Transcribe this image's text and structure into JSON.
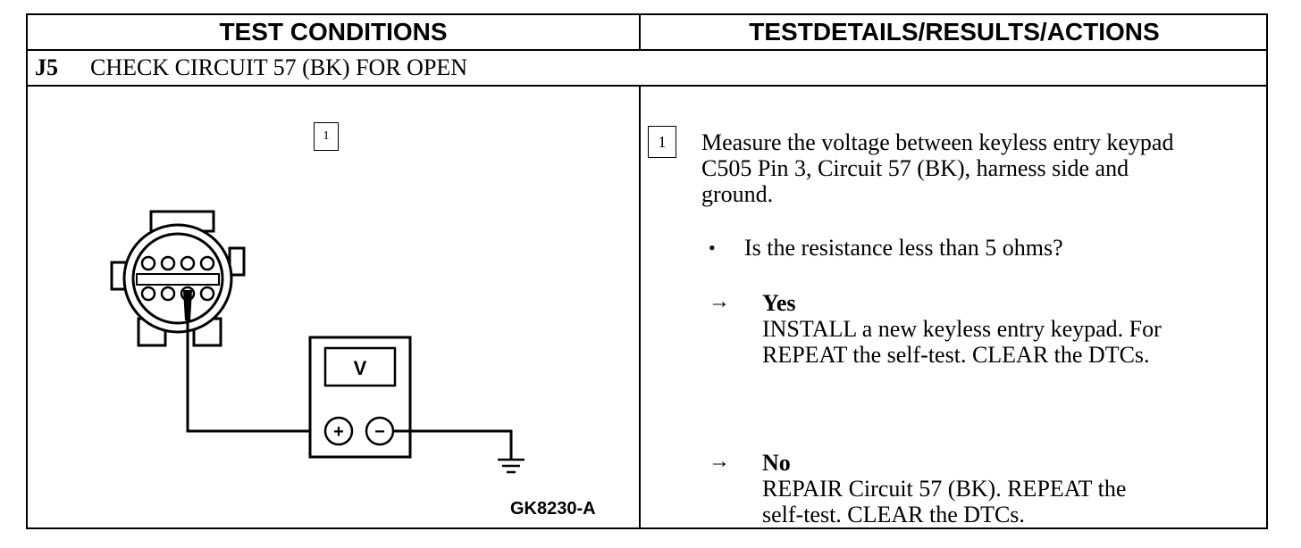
{
  "header": {
    "left": "TEST CONDITIONS",
    "right": "TESTDETAILS/RESULTS/ACTIONS"
  },
  "step": {
    "id": "J5",
    "title": "CHECK CIRCUIT 57 (BK) FOR OPEN"
  },
  "diagram": {
    "step_marker": "1",
    "meter_label": "V",
    "plus": "+",
    "minus": "−",
    "figure_code": "GK8230-A"
  },
  "details": {
    "step_marker": "1",
    "instruction_line1": "Measure the voltage between keyless entry keypad",
    "instruction_line2": "C505 Pin 3, Circuit 57 (BK), harness side and",
    "instruction_line3": "ground.",
    "question": "Is the resistance less than 5 ohms?",
    "yes_label": "Yes",
    "yes_line1": "INSTALL a new keyless entry keypad. For",
    "yes_line2": "REPEAT the self-test. CLEAR the  DTCs.",
    "no_label": "No",
    "no_line1": "REPAIR Circuit 57 (BK). REPEAT the",
    "no_line2": "self-test. CLEAR the DTCs."
  }
}
